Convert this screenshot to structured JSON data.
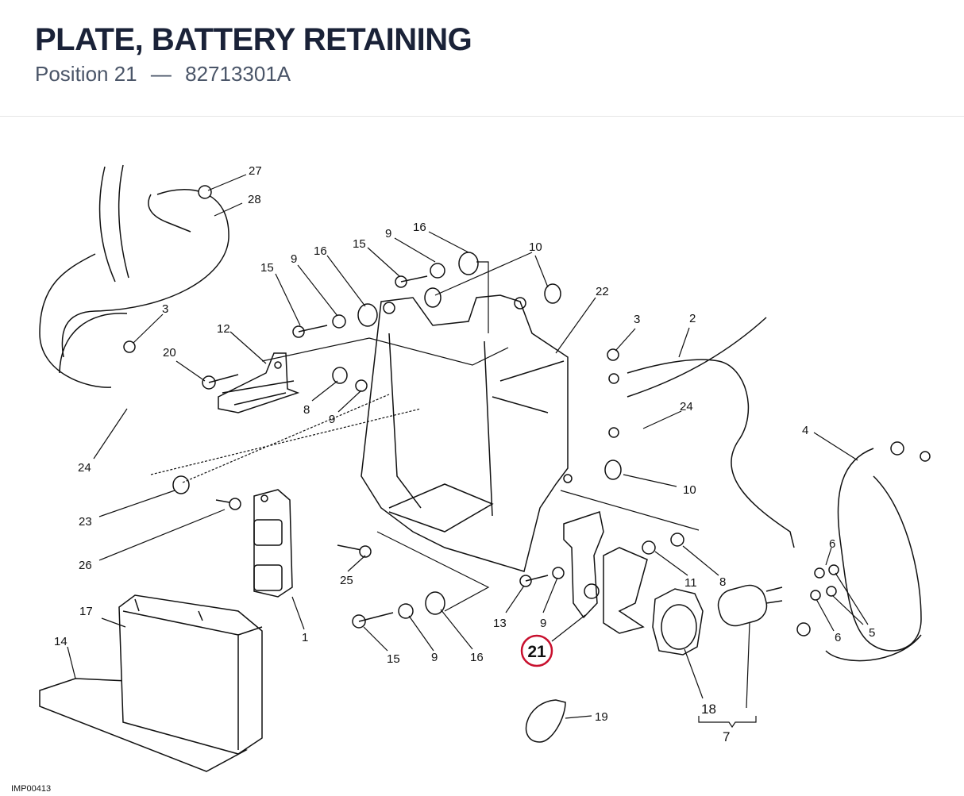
{
  "header": {
    "title": "PLATE, BATTERY RETAINING",
    "position_label": "Position 21",
    "separator": "—",
    "part_number": "82713301A"
  },
  "diagram": {
    "image_code": "IMP00413",
    "highlight_color": "#c8102e",
    "highlighted_callout": "21",
    "callouts": {
      "c27": "27",
      "c28": "28",
      "c3a": "3",
      "c20": "20",
      "c12": "12",
      "c24a": "24",
      "c15a": "15",
      "c9a": "9",
      "c16a": "16",
      "c15b": "15",
      "c9b": "9",
      "c16b": "16",
      "c10a": "10",
      "c22": "22",
      "c8a": "8",
      "c9c": "9",
      "c3b": "3",
      "c2": "2",
      "c24b": "24",
      "c4": "4",
      "c10b": "10",
      "c23": "23",
      "c26": "26",
      "c25": "25",
      "c1": "1",
      "c11": "11",
      "c8b": "8",
      "c6a": "6",
      "c5": "5",
      "c6b": "6",
      "c13": "13",
      "c9d": "9",
      "c17": "17",
      "c14": "14",
      "c15c": "15",
      "c9e": "9",
      "c16c": "16",
      "c18": "18",
      "c7": "7",
      "c19": "19"
    }
  }
}
